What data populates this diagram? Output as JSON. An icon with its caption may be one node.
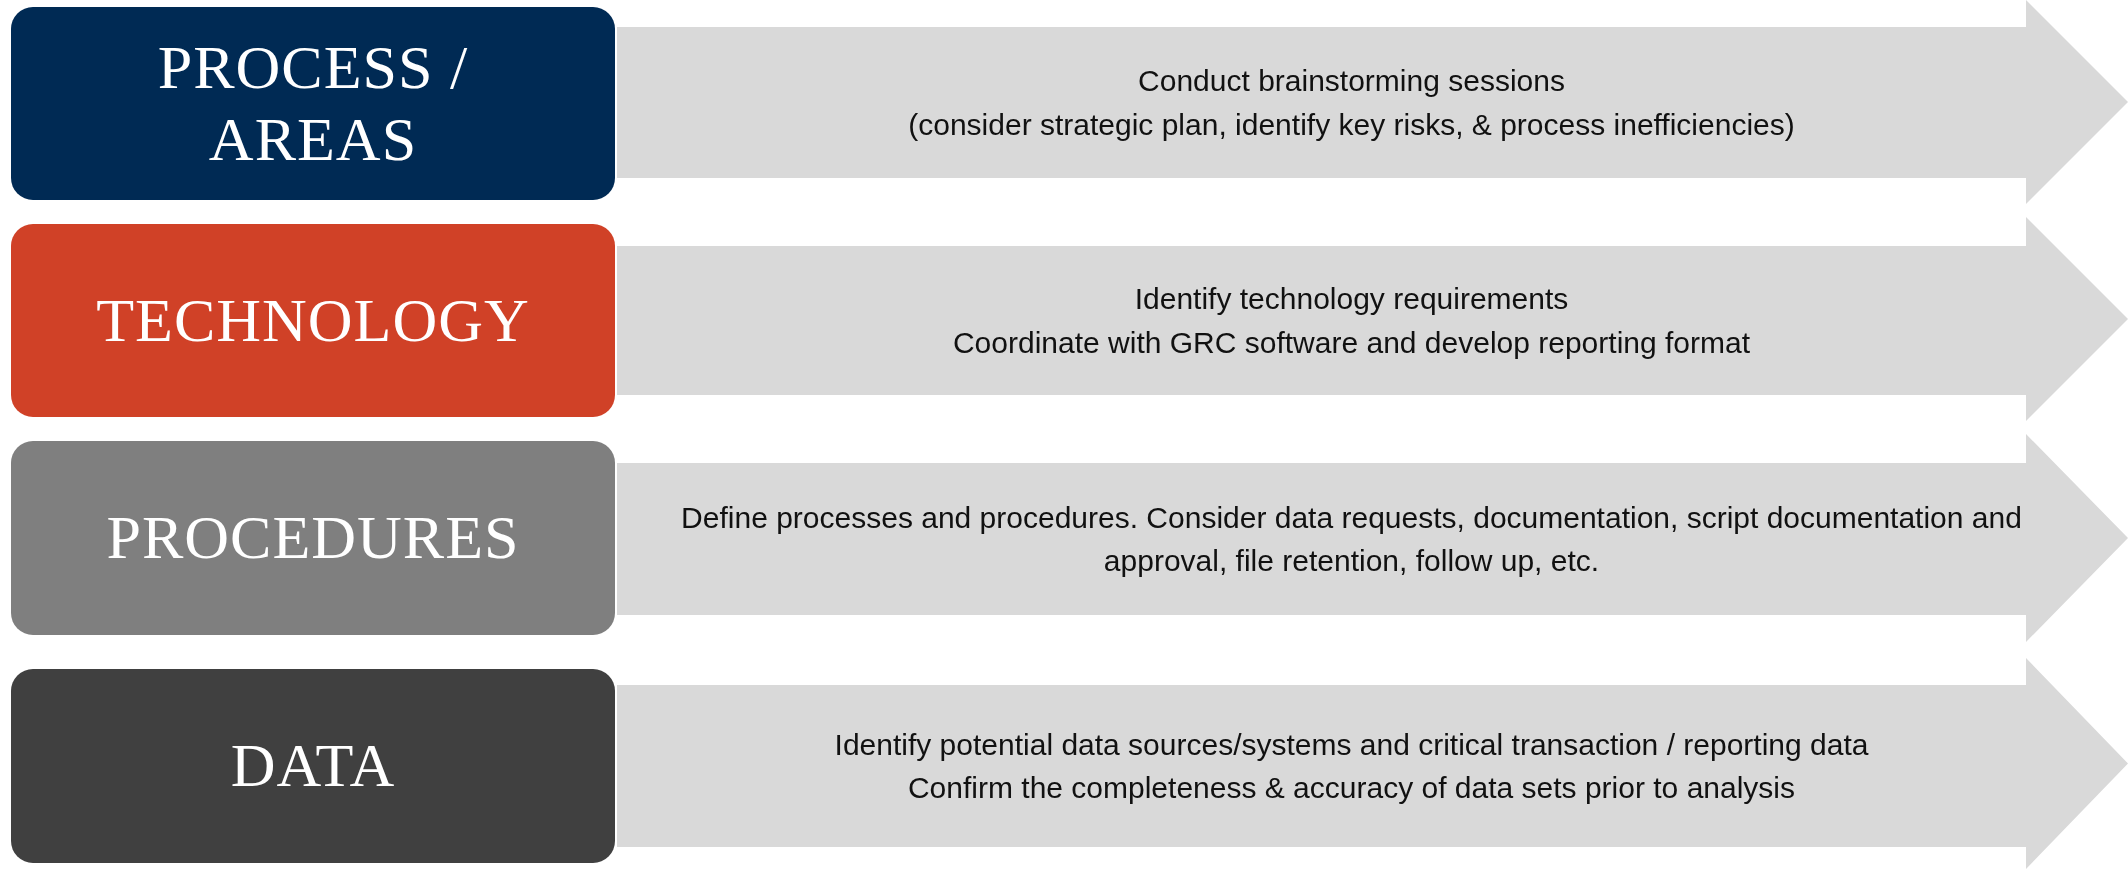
{
  "diagram": {
    "nodes": [
      {
        "text": [
          "PROCESS / AREAS"
        ]
      },
      {
        "text": [
          "Conduct brainstorming sessions",
          "(consider strategic plan, identify key risks, & process inefficiencies)"
        ]
      },
      {
        "text": [
          "TECHNOLOGY"
        ]
      },
      {
        "text": [
          "Identify technology requirements",
          "Coordinate with GRC software and develop reporting format"
        ]
      },
      {
        "text": [
          "PROCEDURES"
        ]
      },
      {
        "text": [
          "Define processes and procedures. Consider data requests, documentation, script documentation and approval, file retention, follow up, etc."
        ]
      },
      {
        "text": [
          "DATA"
        ]
      },
      {
        "text": [
          "Identify potential data sources/systems and critical transaction / reporting data",
          "Confirm the completeness & accuracy of data sets prior to analysis"
        ]
      }
    ]
  }
}
